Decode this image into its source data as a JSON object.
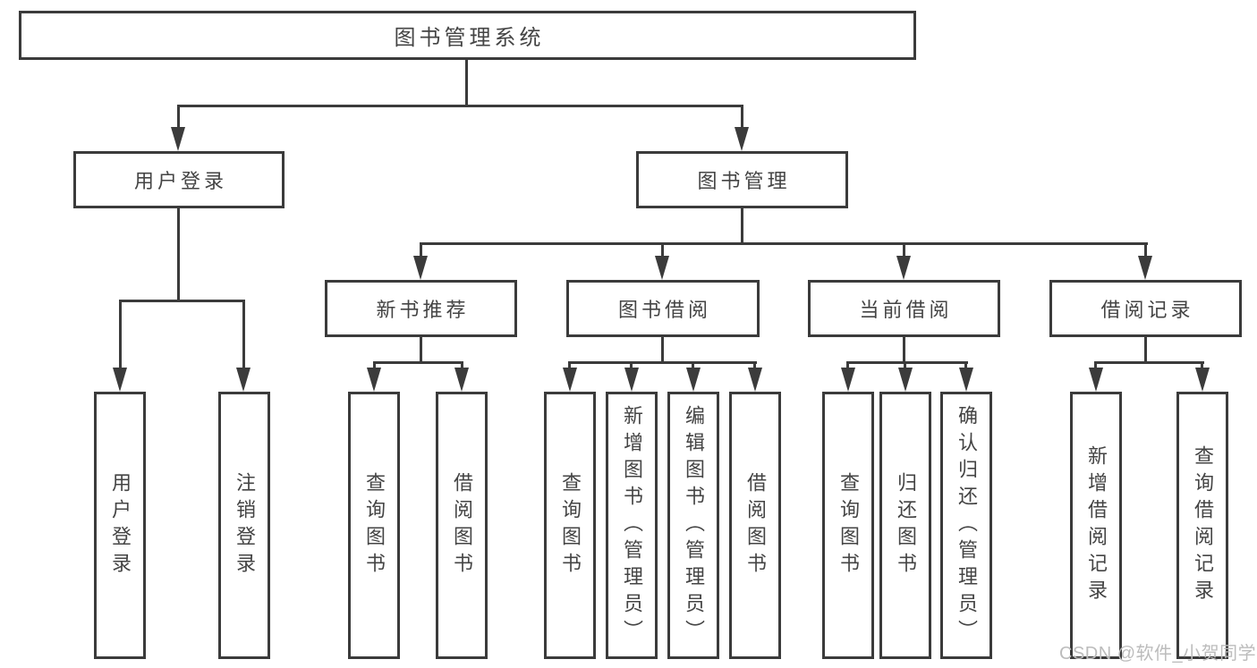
{
  "nodes": {
    "root": "图书管理系统",
    "level2": [
      "用户登录",
      "图书管理"
    ],
    "level3": [
      "新书推荐",
      "图书借阅",
      "当前借阅",
      "借阅记录"
    ]
  },
  "leaves": {
    "user": [
      "用户登录",
      "注销登录"
    ],
    "recommend": [
      "查询图书",
      "借阅图书"
    ],
    "borrow": [
      "查询图书",
      "新增图书（管理员）",
      "编辑图书（管理员）",
      "借阅图书"
    ],
    "current": [
      "查询图书",
      "归还图书",
      "确认归还（管理员）"
    ],
    "records": [
      "新增借阅记录",
      "查询借阅记录"
    ]
  },
  "watermark": "CSDN @软件_小贺同学",
  "colors": {
    "line": "#3b3b3b",
    "text": "#444444",
    "watermark": "#bcbcbc",
    "background": "#ffffff"
  }
}
